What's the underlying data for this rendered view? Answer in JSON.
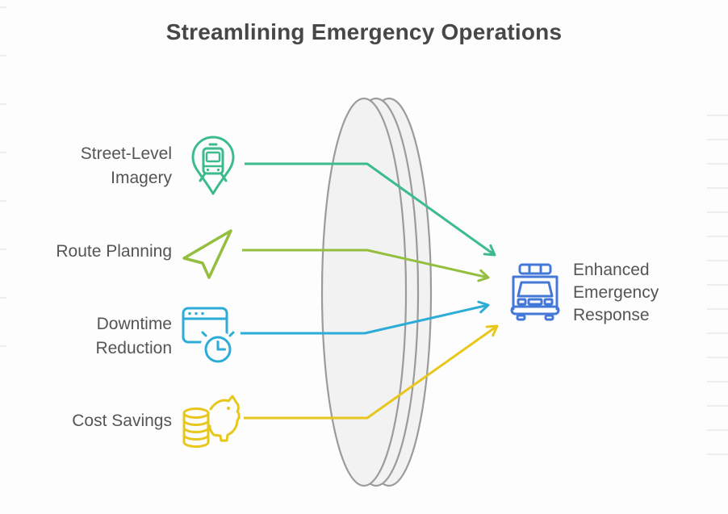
{
  "title": "Streamlining Emergency Operations",
  "inputs": [
    {
      "id": "street-level-imagery",
      "lines": [
        "Street-Level",
        "Imagery"
      ],
      "icon": "map-pin-streetview-icon",
      "color": "#3cbc8c"
    },
    {
      "id": "route-planning",
      "lines": [
        "Route Planning"
      ],
      "icon": "navigation-arrow-icon",
      "color": "#94bf3e"
    },
    {
      "id": "downtime-reduction",
      "lines": [
        "Downtime",
        "Reduction"
      ],
      "icon": "browser-clock-icon",
      "color": "#2cacd6"
    },
    {
      "id": "cost-savings",
      "lines": [
        "Cost Savings"
      ],
      "icon": "piggy-bank-coins-icon",
      "color": "#e8c71d"
    }
  ],
  "output": {
    "id": "enhanced-emergency-response",
    "lines": [
      "Enhanced",
      "Emergency",
      "Response"
    ],
    "icon": "emergency-vehicle-icon",
    "color": "#4478d8"
  }
}
